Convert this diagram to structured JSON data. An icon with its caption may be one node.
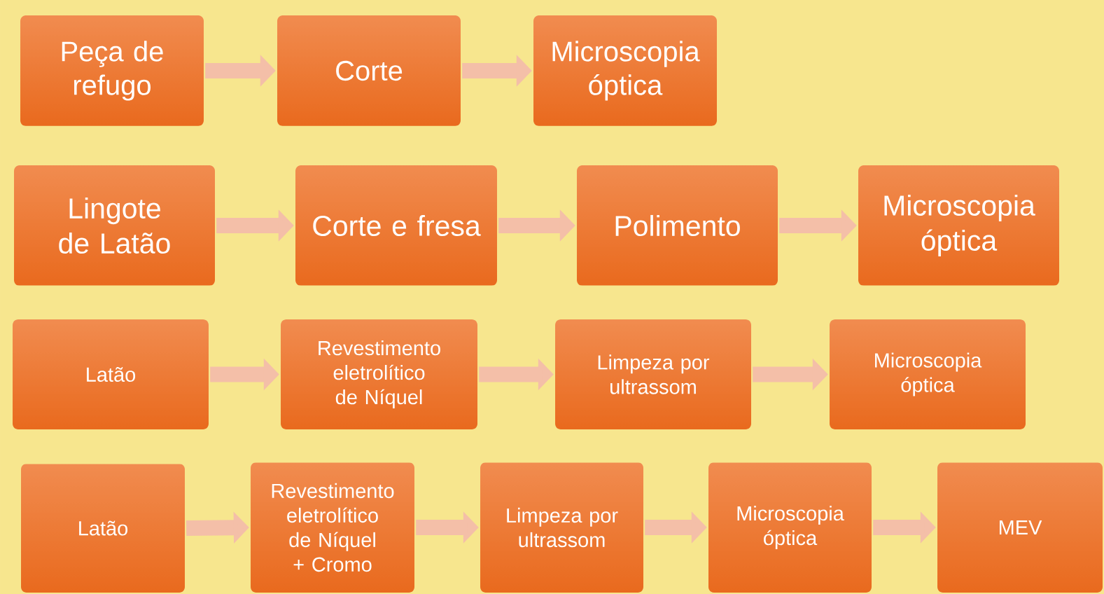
{
  "diagram": {
    "nodes": [
      {
        "text": [
          "Peça de refugo"
        ]
      },
      {
        "text": [
          "Corte"
        ]
      },
      {
        "text": [
          "Microscopia óptica"
        ]
      },
      {
        "text": [
          "Lingote de Latão"
        ]
      },
      {
        "text": [
          "Corte e fresa"
        ]
      },
      {
        "text": [
          "Polimento"
        ]
      },
      {
        "text": [
          "Microscopia óptica"
        ]
      },
      {
        "text": [
          "Latão"
        ]
      },
      {
        "text": [
          "Revestimento eletrolítico de Níquel"
        ]
      },
      {
        "text": [
          "Limpeza por ultrassom"
        ]
      },
      {
        "text": [
          "Microscopia óptica"
        ]
      },
      {
        "text": [
          "Latão"
        ]
      },
      {
        "text": [
          "Revestimento eletrolítico de Níquel + Cromo"
        ]
      },
      {
        "text": [
          "Limpeza por ultrassom"
        ]
      },
      {
        "text": [
          "Microscopia óptica"
        ]
      },
      {
        "text": [
          "MEV"
        ]
      }
    ],
    "edges": [
      {
        "from": 0,
        "to": 1,
        "arrow": "to"
      },
      {
        "from": 1,
        "to": 2,
        "arrow": "to"
      },
      {
        "from": 3,
        "to": 4,
        "arrow": "to"
      },
      {
        "from": 4,
        "to": 5,
        "arrow": "to"
      },
      {
        "from": 5,
        "to": 6,
        "arrow": "to"
      },
      {
        "from": 7,
        "to": 8,
        "arrow": "to"
      },
      {
        "from": 8,
        "to": 9,
        "arrow": "to"
      },
      {
        "from": 9,
        "to": 10,
        "arrow": "to"
      },
      {
        "from": 11,
        "to": 12,
        "arrow": "to"
      },
      {
        "from": 12,
        "to": 13,
        "arrow": "to"
      },
      {
        "from": 13,
        "to": 14,
        "arrow": "to"
      },
      {
        "from": 14,
        "to": 15,
        "arrow": "to"
      }
    ]
  }
}
